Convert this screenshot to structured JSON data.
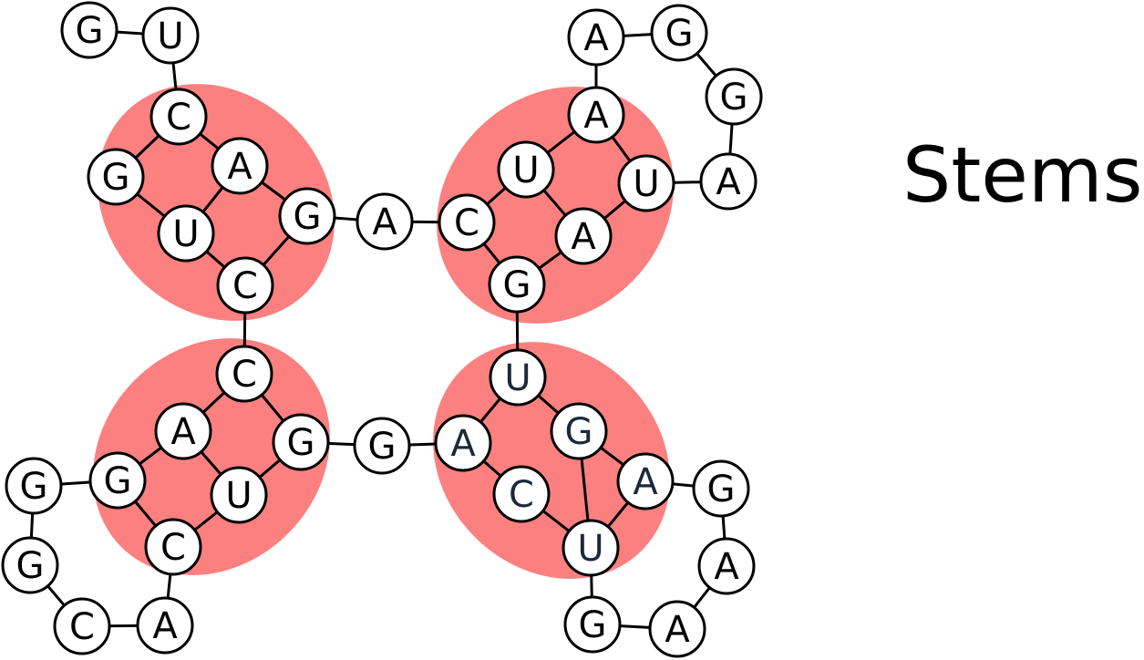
{
  "title": "Stems",
  "colors": {
    "stem_fill": "#fd8080",
    "node_text_default": "#000000",
    "node_text_alt": "#1b2a3a"
  },
  "nodes": [
    {
      "id": "n1",
      "base": "G"
    },
    {
      "id": "n2",
      "base": "U"
    },
    {
      "id": "n3",
      "base": "C"
    },
    {
      "id": "n4",
      "base": "A"
    },
    {
      "id": "n5",
      "base": "G"
    },
    {
      "id": "n6",
      "base": "U"
    },
    {
      "id": "n7",
      "base": "G"
    },
    {
      "id": "n8",
      "base": "C"
    },
    {
      "id": "n9",
      "base": "A"
    },
    {
      "id": "n10",
      "base": "A"
    },
    {
      "id": "n11",
      "base": "G"
    },
    {
      "id": "n12",
      "base": "A"
    },
    {
      "id": "n13",
      "base": "U"
    },
    {
      "id": "n14",
      "base": "U"
    },
    {
      "id": "n15",
      "base": "G"
    },
    {
      "id": "n16",
      "base": "A"
    },
    {
      "id": "n17",
      "base": "A"
    },
    {
      "id": "n18",
      "base": "C"
    },
    {
      "id": "n19",
      "base": "A"
    },
    {
      "id": "n20",
      "base": "G"
    },
    {
      "id": "n21",
      "base": "C"
    },
    {
      "id": "n22",
      "base": "A"
    },
    {
      "id": "n23",
      "base": "G"
    },
    {
      "id": "n24",
      "base": "U"
    },
    {
      "id": "n25",
      "base": "G"
    },
    {
      "id": "n26",
      "base": "G"
    },
    {
      "id": "n27",
      "base": "C"
    },
    {
      "id": "n28",
      "base": "G"
    },
    {
      "id": "n29",
      "base": "G"
    },
    {
      "id": "n30",
      "base": "C"
    },
    {
      "id": "n31",
      "base": "A"
    },
    {
      "id": "n32",
      "base": "A",
      "alt": true
    },
    {
      "id": "n33",
      "base": "U",
      "alt": true
    },
    {
      "id": "n34",
      "base": "G",
      "alt": true
    },
    {
      "id": "n35",
      "base": "A",
      "alt": true
    },
    {
      "id": "n36",
      "base": "C",
      "alt": true
    },
    {
      "id": "n37",
      "base": "U",
      "alt": true
    },
    {
      "id": "n38",
      "base": "G"
    },
    {
      "id": "n39",
      "base": "A"
    },
    {
      "id": "n40",
      "base": "A"
    },
    {
      "id": "n41",
      "base": "G"
    }
  ]
}
